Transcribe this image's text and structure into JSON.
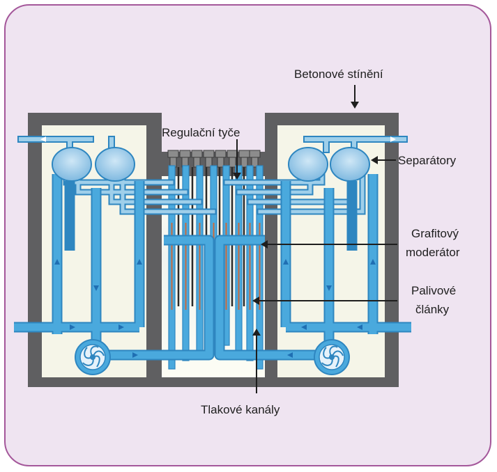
{
  "labels": {
    "concrete_shielding": "Betonové stínění",
    "control_rods": "Regulační tyče",
    "separators": "Separátory",
    "graphite_line1": "Grafitový",
    "graphite_line2": "moderátor",
    "fuel_line1": "Palivové",
    "fuel_line2": "články",
    "pressure_tubes": "Tlakové kanály"
  },
  "colors": {
    "frame_background": "#efe4f1",
    "frame_border": "#a4579a",
    "concrete": "#5f5f61",
    "chamber": "#f5f5e8",
    "pipe": "#4aa9dd",
    "pipe_edge": "#2e86c0",
    "pipe_light": "#9fcfea",
    "separator": "#9ccbea",
    "flow_arrow": "#1f6fb3",
    "rod": "#2a2a2a",
    "fuel_rod": "#c96a3e",
    "text": "#1e1e1e"
  },
  "icons": [
    "pump-icon",
    "separator-vessel-icon",
    "control-rod-drive-icon",
    "flow-arrow-icon"
  ]
}
